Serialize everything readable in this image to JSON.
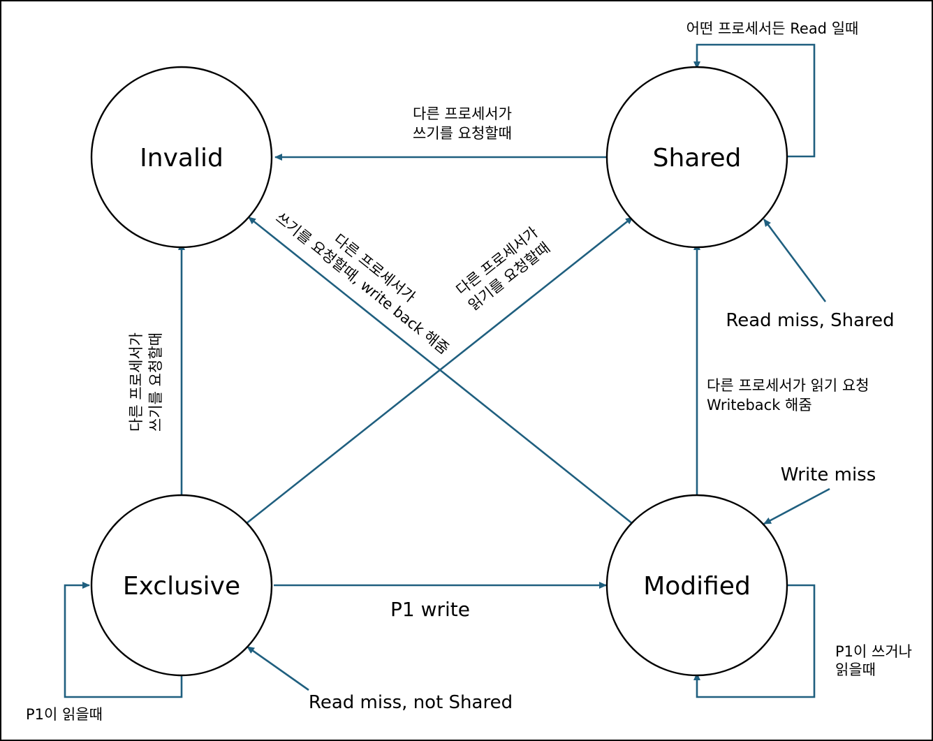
{
  "states": {
    "invalid": "Invalid",
    "shared": "Shared",
    "exclusive": "Exclusive",
    "modified": "Modified"
  },
  "edges": {
    "shared_self": "어떤 프로세서든 Read 일때",
    "shared_to_invalid": [
      "다른 프로세서가",
      "쓰기를 요청할때"
    ],
    "modified_to_invalid": [
      "다른 프로세서가",
      "쓰기를 요청할때, write back 해줌"
    ],
    "exclusive_to_shared": [
      "다른 프로세서가",
      "읽기를 요청할때"
    ],
    "exclusive_to_invalid": [
      "다른 프로세서가",
      "쓰기를 요청할때"
    ],
    "shared_entry": "Read miss, Shared",
    "modified_to_shared": [
      "다른 프로세서가 읽기 요청",
      "Writeback 해줌"
    ],
    "modified_entry": "Write miss",
    "exclusive_to_modified": "P1 write",
    "modified_self": [
      "P1이 쓰거나",
      "읽을때"
    ],
    "exclusive_entry": "Read miss, not Shared",
    "exclusive_self": "P1이 읽을때"
  },
  "colors": {
    "edge": "#1f5f7f",
    "state_border": "#000000",
    "background": "#ffffff"
  }
}
